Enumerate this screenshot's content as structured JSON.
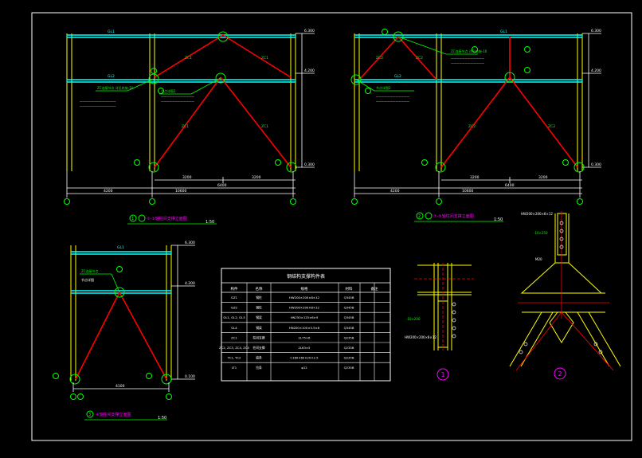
{
  "colors": {
    "background": "#000000",
    "frame": "#ffffff",
    "column": "#ffff00",
    "beam": "#00ffff",
    "brace": "#ff0000",
    "annotation": "#00ff00",
    "dimension": "#ffffff",
    "detail_tag": "#ff00ff"
  },
  "elevation_a": {
    "beam_top_label": "GL1",
    "beam_mid_label": "GL2",
    "brace_label": "ZC1",
    "elev_top": "6.300",
    "elev_mid": "4.200",
    "elev_base": "0.300",
    "dim_top_span_left": "3200",
    "dim_top_span_right": "3200",
    "dim_mid_total": "6400",
    "dim_bottom_left": "4200",
    "dim_overall": "10600",
    "axis_1": "①",
    "axis_2": "②",
    "axis_3": "③",
    "note_a": "ZC连接节点 详见结施-10",
    "note_b": "节点详图2",
    "title_num": "1",
    "title_text": "①-③轴柱间支撑立面图",
    "scale": "1:50"
  },
  "elevation_b": {
    "beam_top_label": "GL1",
    "beam_mid_label": "GL2",
    "brace_label": "ZC2",
    "elev_top": "6.300",
    "elev_mid": "4.200",
    "elev_base": "0.300",
    "dim_top_span_left": "3200",
    "dim_top_span_right": "3200",
    "dim_mid_total": "6400",
    "dim_bottom_left": "4200",
    "dim_overall": "10600",
    "note_a": "ZC连接节点 详见结施-10",
    "note_b": "节点详图2",
    "title_num": "2",
    "title_text": "⑦-⑨轴柱间支撑立面图",
    "scale": "1:50"
  },
  "elevation_c": {
    "beam_top_label": "GL1",
    "elev_top": "6.300",
    "elev_mid": "4.200",
    "elev_base": "0.100",
    "dim_bottom": "4100",
    "note_a": "ZC连接节点",
    "note_b": "节点详图",
    "title_num": "3",
    "title_text": "④轴柱间支撑立面图",
    "scale": "1:50"
  },
  "table": {
    "title": "钢结构支撑构件表",
    "headers": [
      "构件",
      "名称",
      "规格",
      "材料",
      "备注"
    ],
    "rows": [
      [
        "GZ1",
        "钢柱",
        "HW200×200×8×12",
        "Q345B",
        ""
      ],
      [
        "GZ2",
        "钢柱",
        "HW200×200×8×12",
        "Q345B",
        ""
      ],
      [
        "GL1, GL2, GL3",
        "钢梁",
        "HN250×125×6×9",
        "Q345B",
        ""
      ],
      [
        "GL4",
        "钢梁",
        "HN200×100×5.5×8",
        "Q345B",
        ""
      ],
      [
        "ZC1",
        "柱间支撑",
        "2L75×6",
        "Q235B",
        ""
      ],
      [
        "ZC2, ZC3, ZC4, ZC5",
        "柱间支撑",
        "2L63×5",
        "Q235B",
        ""
      ],
      [
        "YC1, YC2",
        "檩条",
        "C160×60×20×2.5",
        "Q235B",
        ""
      ],
      [
        "LT1",
        "拉条",
        "φ12",
        "Q235B",
        ""
      ]
    ]
  },
  "details": {
    "detail_1_tag": "1",
    "detail_2_tag": "2",
    "detail_1_label_a": "-10×200",
    "detail_1_label_b": "HW200×200×8×12",
    "detail_2_label_a": "HW200×200×8×12",
    "detail_2_label_b": "-10×250",
    "detail_2_label_c": "M20"
  }
}
